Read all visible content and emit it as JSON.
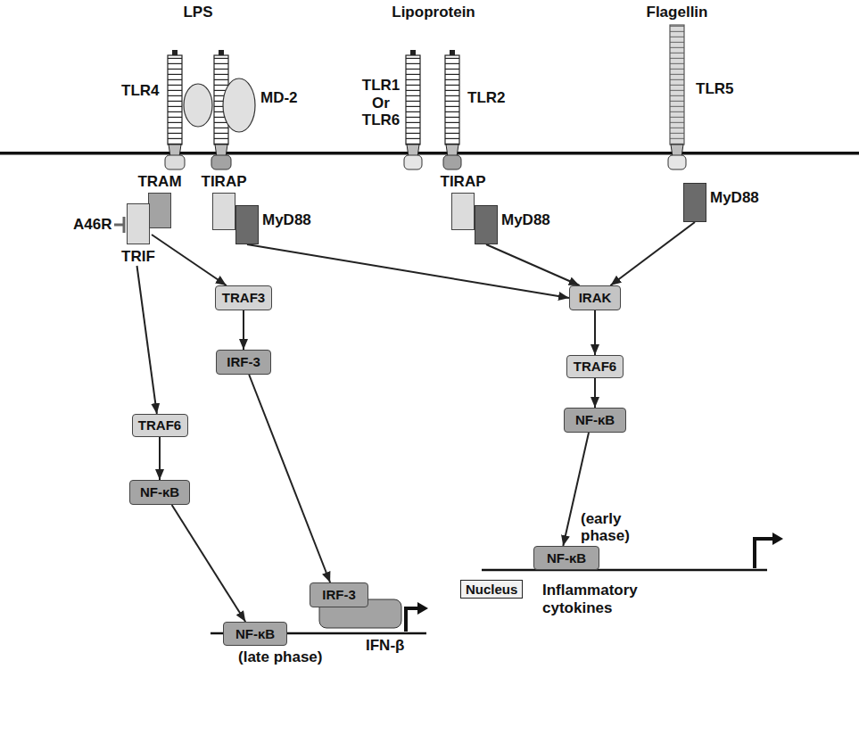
{
  "diagram": {
    "nodes": [
      {
        "text": [
          "TRAM"
        ]
      },
      {
        "text": [
          "TRIF"
        ]
      },
      {
        "text": [
          "TIRAP"
        ]
      },
      {
        "text": [
          "MyD88"
        ]
      },
      {
        "text": [
          "TIRAP"
        ]
      },
      {
        "text": [
          "MyD88"
        ]
      },
      {
        "text": [
          "MyD88"
        ]
      },
      {
        "text": [
          "TRAF6"
        ]
      },
      {
        "text": [
          "NF-κB"
        ]
      },
      {
        "text": [
          "TRAF3"
        ]
      },
      {
        "text": [
          "IRF-3"
        ]
      },
      {
        "text": [
          "IRAK"
        ]
      },
      {
        "text": [
          "TRAF6"
        ]
      },
      {
        "text": [
          "NF-κB"
        ]
      },
      {
        "text": [
          "Nucleus"
        ]
      },
      {
        "text": [
          "NF-κB",
          "(late phase)"
        ],
        "in": 14
      },
      {
        "text": [
          "IRF-3"
        ],
        "in": 14
      },
      {
        "text": [
          "(early phase)",
          "NF-κB"
        ],
        "in": 14
      }
    ],
    "edges": [
      {
        "from": 1,
        "to": 7,
        "arrow": "to"
      },
      {
        "from": 1,
        "to": 9,
        "arrow": "to"
      },
      {
        "from": 3,
        "to": 11,
        "arrow": "to"
      },
      {
        "from": 5,
        "to": 11,
        "arrow": "to"
      },
      {
        "from": 6,
        "to": 11,
        "arrow": "to"
      },
      {
        "from": 9,
        "to": 10,
        "arrow": "to"
      },
      {
        "from": 11,
        "to": 12,
        "arrow": "to"
      },
      {
        "from": 7,
        "to": 8,
        "arrow": "to"
      },
      {
        "from": 12,
        "to": 13,
        "arrow": "to"
      },
      {
        "from": 8,
        "to": 15,
        "arrow": "to"
      },
      {
        "from": 10,
        "to": 16,
        "arrow": "to"
      },
      {
        "from": 13,
        "to": 17,
        "arrow": "to"
      }
    ],
    "labels": [
      "LPS",
      "TLR4",
      "MD-2",
      "Lipoprotein",
      "TLR1 Or TLR6",
      "TLR2",
      "Flagellin",
      "TLR5",
      "A46R",
      "IFN-β",
      "Inflammatory cytokines"
    ]
  }
}
